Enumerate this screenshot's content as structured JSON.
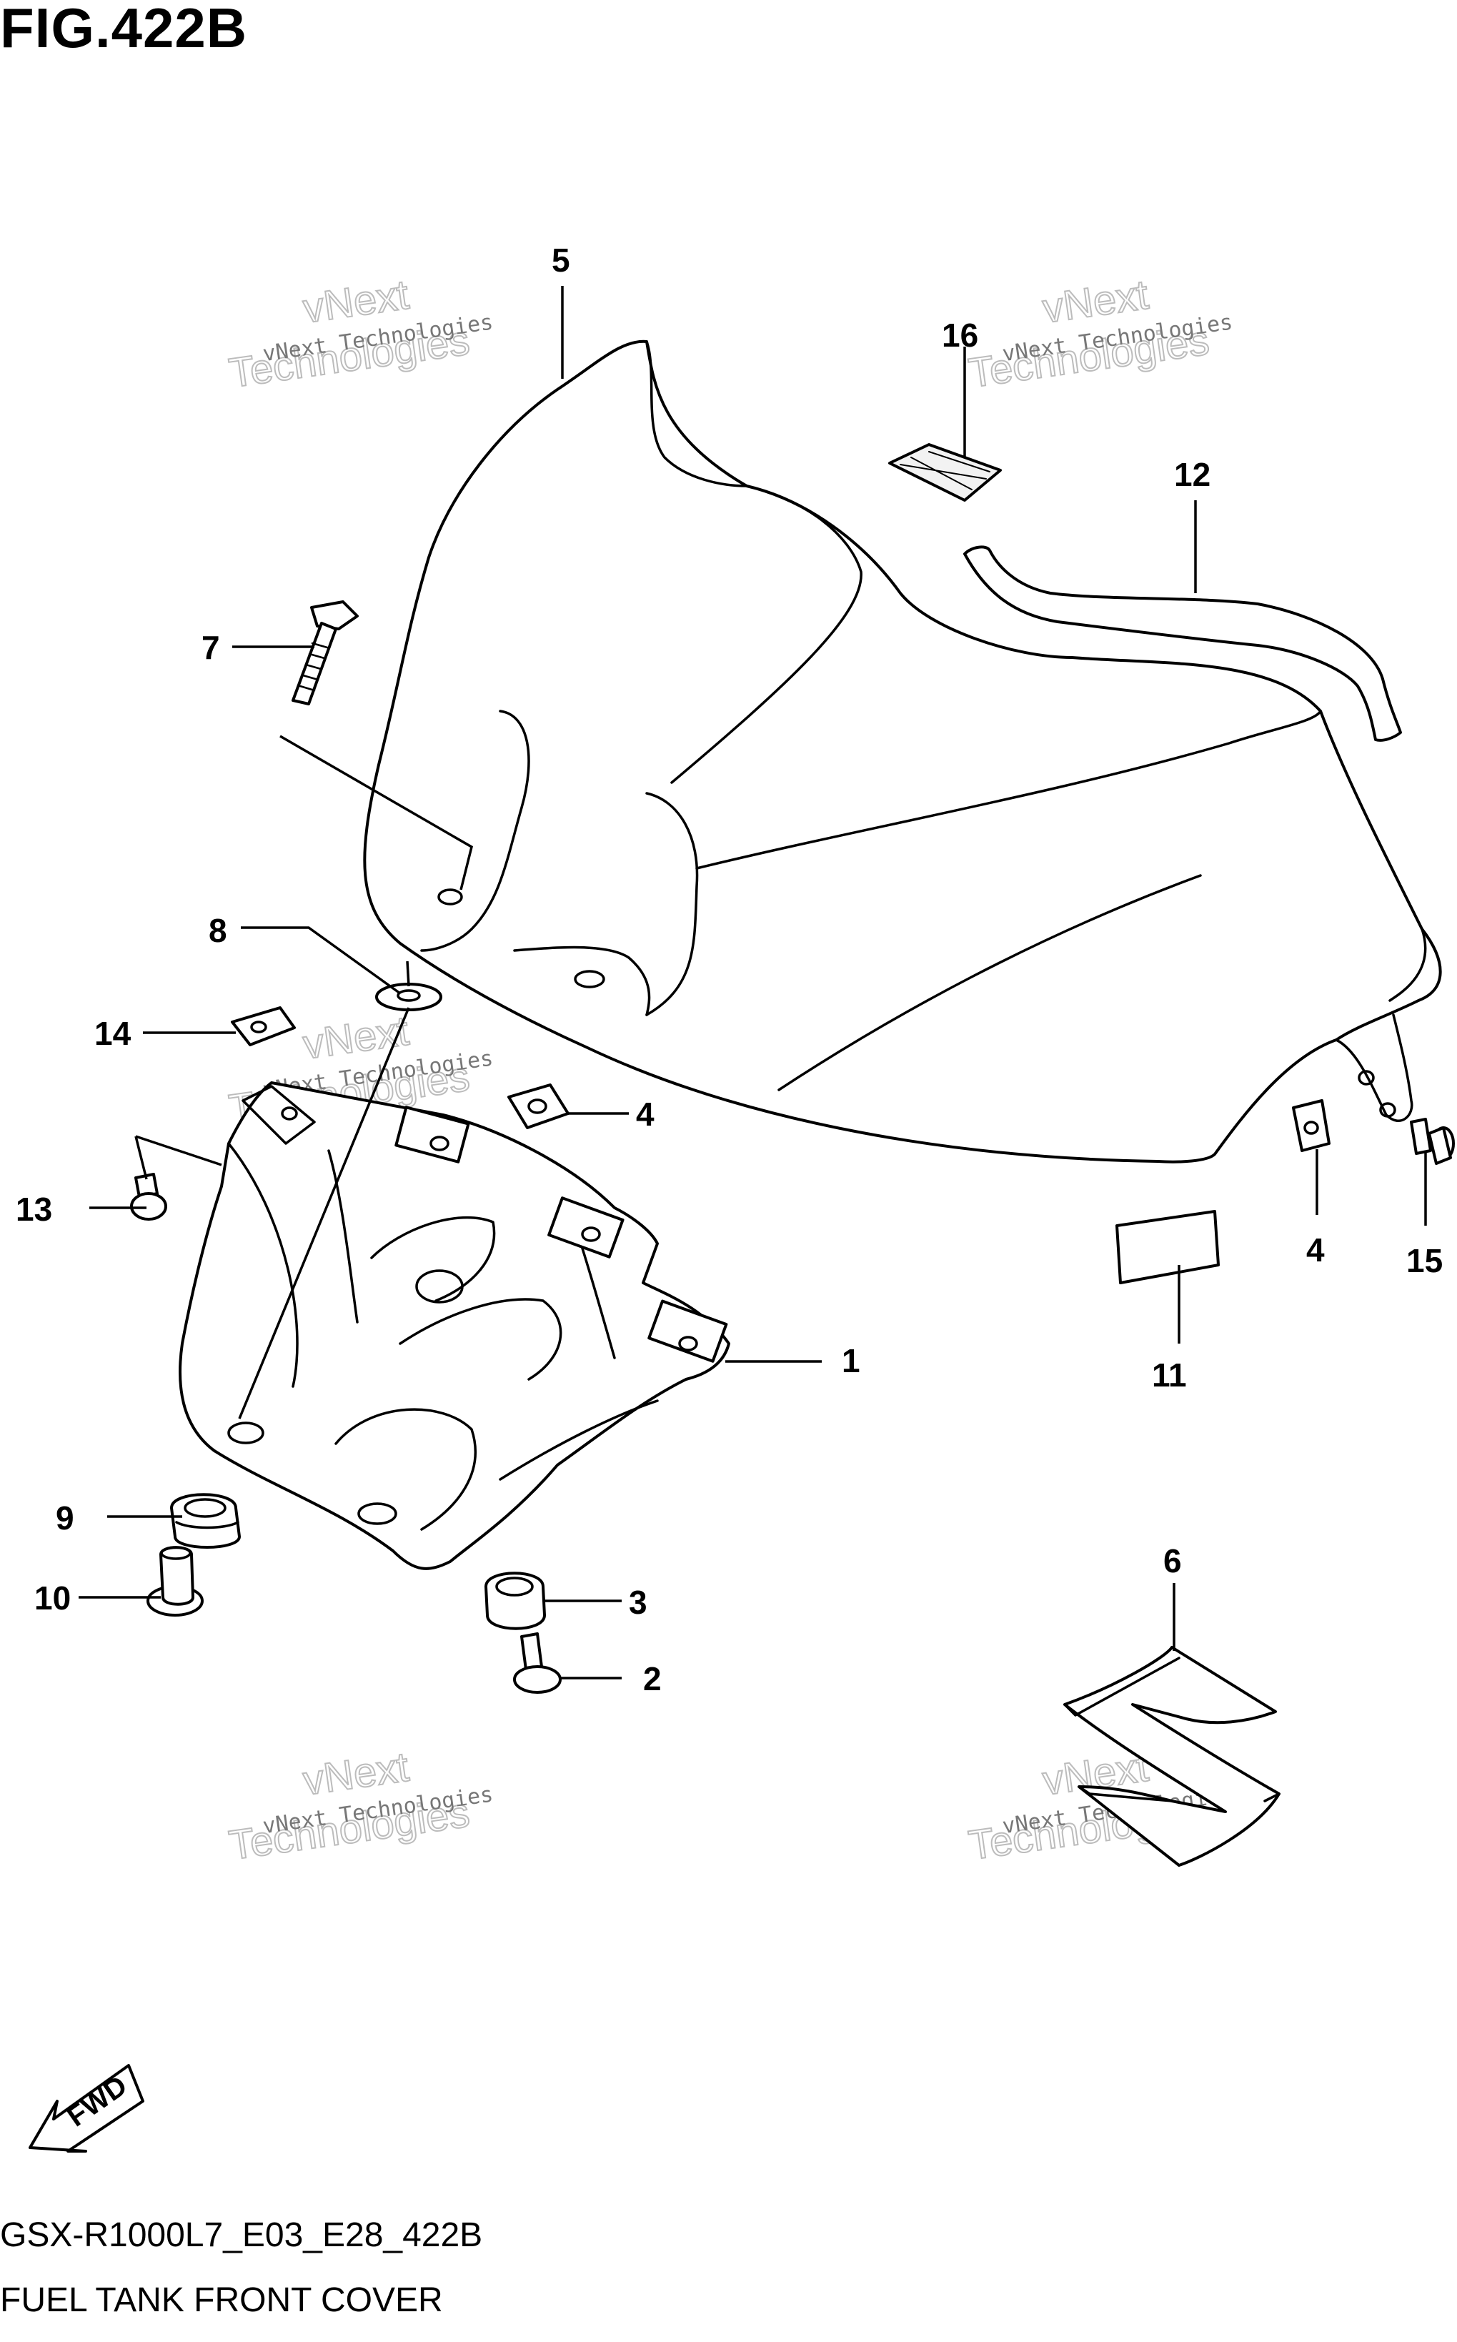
{
  "figure": {
    "title": "FIG.422B",
    "code": "GSX-R1000L7_E03_E28_422B",
    "name": "FUEL TANK FRONT COVER"
  },
  "watermark": {
    "line1": "vNext Technologies",
    "line2": "vNext",
    "line3": "Technologies"
  },
  "fwd_label": "FWD",
  "callouts": [
    {
      "id": "1",
      "label": "1"
    },
    {
      "id": "2",
      "label": "2"
    },
    {
      "id": "3",
      "label": "3"
    },
    {
      "id": "4a",
      "label": "4"
    },
    {
      "id": "4b",
      "label": "4"
    },
    {
      "id": "5",
      "label": "5"
    },
    {
      "id": "6",
      "label": "6"
    },
    {
      "id": "7",
      "label": "7"
    },
    {
      "id": "8",
      "label": "8"
    },
    {
      "id": "9",
      "label": "9"
    },
    {
      "id": "10",
      "label": "10"
    },
    {
      "id": "11",
      "label": "11"
    },
    {
      "id": "12",
      "label": "12"
    },
    {
      "id": "13",
      "label": "13"
    },
    {
      "id": "14",
      "label": "14"
    },
    {
      "id": "15",
      "label": "15"
    },
    {
      "id": "16",
      "label": "16"
    }
  ]
}
